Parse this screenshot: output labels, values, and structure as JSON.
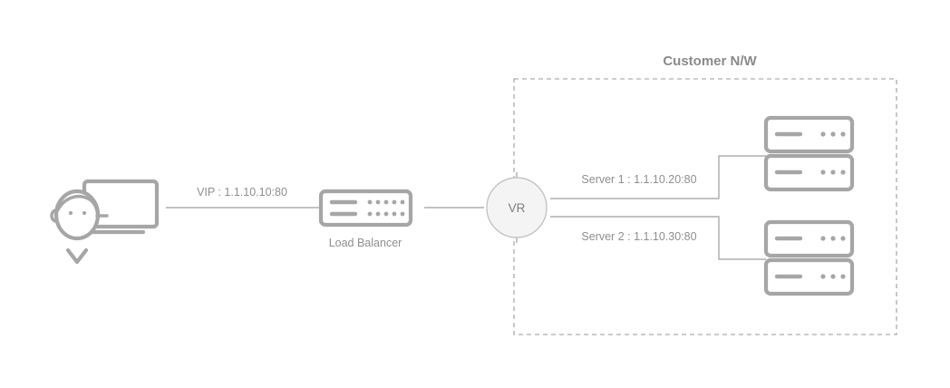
{
  "diagram": {
    "title": "Customer N/W",
    "background_color": "#ffffff",
    "icon_color": "#a6a6a6",
    "line_color": "#9e9e9e",
    "text_color": "#8e8e8e",
    "boundary_style": "dashed"
  },
  "nodes": {
    "client": {
      "icon": "user-with-monitor-icon",
      "label": ""
    },
    "load_balancer": {
      "icon": "load-balancer-icon",
      "label": "Load Balancer"
    },
    "virtual_router": {
      "icon": "vr-circle-icon",
      "label": "VR"
    },
    "server_1": {
      "icon": "server-rack-icon",
      "label": ""
    },
    "server_2": {
      "icon": "server-rack-icon",
      "label": ""
    }
  },
  "connections": [
    {
      "id": "client-to-lb",
      "label": "VIP : 1.1.10.10:80",
      "from": "client",
      "to": "load_balancer"
    },
    {
      "id": "lb-to-vr",
      "label": "",
      "from": "load_balancer",
      "to": "virtual_router"
    },
    {
      "id": "vr-to-server1",
      "label": "Server 1 : 1.1.10.20:80",
      "from": "virtual_router",
      "to": "server_1"
    },
    {
      "id": "vr-to-server2",
      "label": "Server 2 : 1.1.10.30:80",
      "from": "virtual_router",
      "to": "server_2"
    }
  ]
}
